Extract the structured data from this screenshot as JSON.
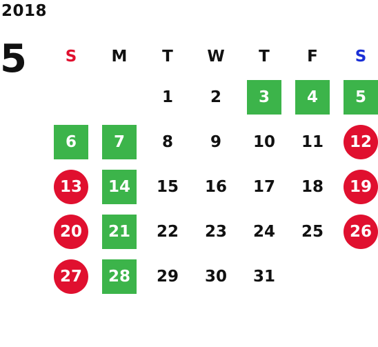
{
  "header": {
    "year": "2018",
    "month": "5"
  },
  "colors": {
    "sunday": "#e0102f",
    "saturday": "#1a2fd6",
    "green_day": "#3cb44a",
    "red_day": "#e0102f"
  },
  "weekdays": [
    {
      "label": "S",
      "color": "#e0102f"
    },
    {
      "label": "M",
      "color": "#111111"
    },
    {
      "label": "T",
      "color": "#111111"
    },
    {
      "label": "W",
      "color": "#111111"
    },
    {
      "label": "T",
      "color": "#111111"
    },
    {
      "label": "F",
      "color": "#111111"
    },
    {
      "label": "S",
      "color": "#1a2fd6"
    }
  ],
  "weeks": [
    [
      {
        "day": "",
        "mark": ""
      },
      {
        "day": "",
        "mark": ""
      },
      {
        "day": "1",
        "mark": ""
      },
      {
        "day": "2",
        "mark": ""
      },
      {
        "day": "3",
        "mark": "green"
      },
      {
        "day": "4",
        "mark": "green"
      },
      {
        "day": "5",
        "mark": "green"
      }
    ],
    [
      {
        "day": "6",
        "mark": "green"
      },
      {
        "day": "7",
        "mark": "green"
      },
      {
        "day": "8",
        "mark": ""
      },
      {
        "day": "9",
        "mark": ""
      },
      {
        "day": "10",
        "mark": ""
      },
      {
        "day": "11",
        "mark": ""
      },
      {
        "day": "12",
        "mark": "red"
      }
    ],
    [
      {
        "day": "13",
        "mark": "red"
      },
      {
        "day": "14",
        "mark": "green"
      },
      {
        "day": "15",
        "mark": ""
      },
      {
        "day": "16",
        "mark": ""
      },
      {
        "day": "17",
        "mark": ""
      },
      {
        "day": "18",
        "mark": ""
      },
      {
        "day": "19",
        "mark": "red"
      }
    ],
    [
      {
        "day": "20",
        "mark": "red"
      },
      {
        "day": "21",
        "mark": "green"
      },
      {
        "day": "22",
        "mark": ""
      },
      {
        "day": "23",
        "mark": ""
      },
      {
        "day": "24",
        "mark": ""
      },
      {
        "day": "25",
        "mark": ""
      },
      {
        "day": "26",
        "mark": "red"
      }
    ],
    [
      {
        "day": "27",
        "mark": "red"
      },
      {
        "day": "28",
        "mark": "green"
      },
      {
        "day": "29",
        "mark": ""
      },
      {
        "day": "30",
        "mark": ""
      },
      {
        "day": "31",
        "mark": ""
      },
      {
        "day": "",
        "mark": ""
      },
      {
        "day": "",
        "mark": ""
      }
    ]
  ]
}
